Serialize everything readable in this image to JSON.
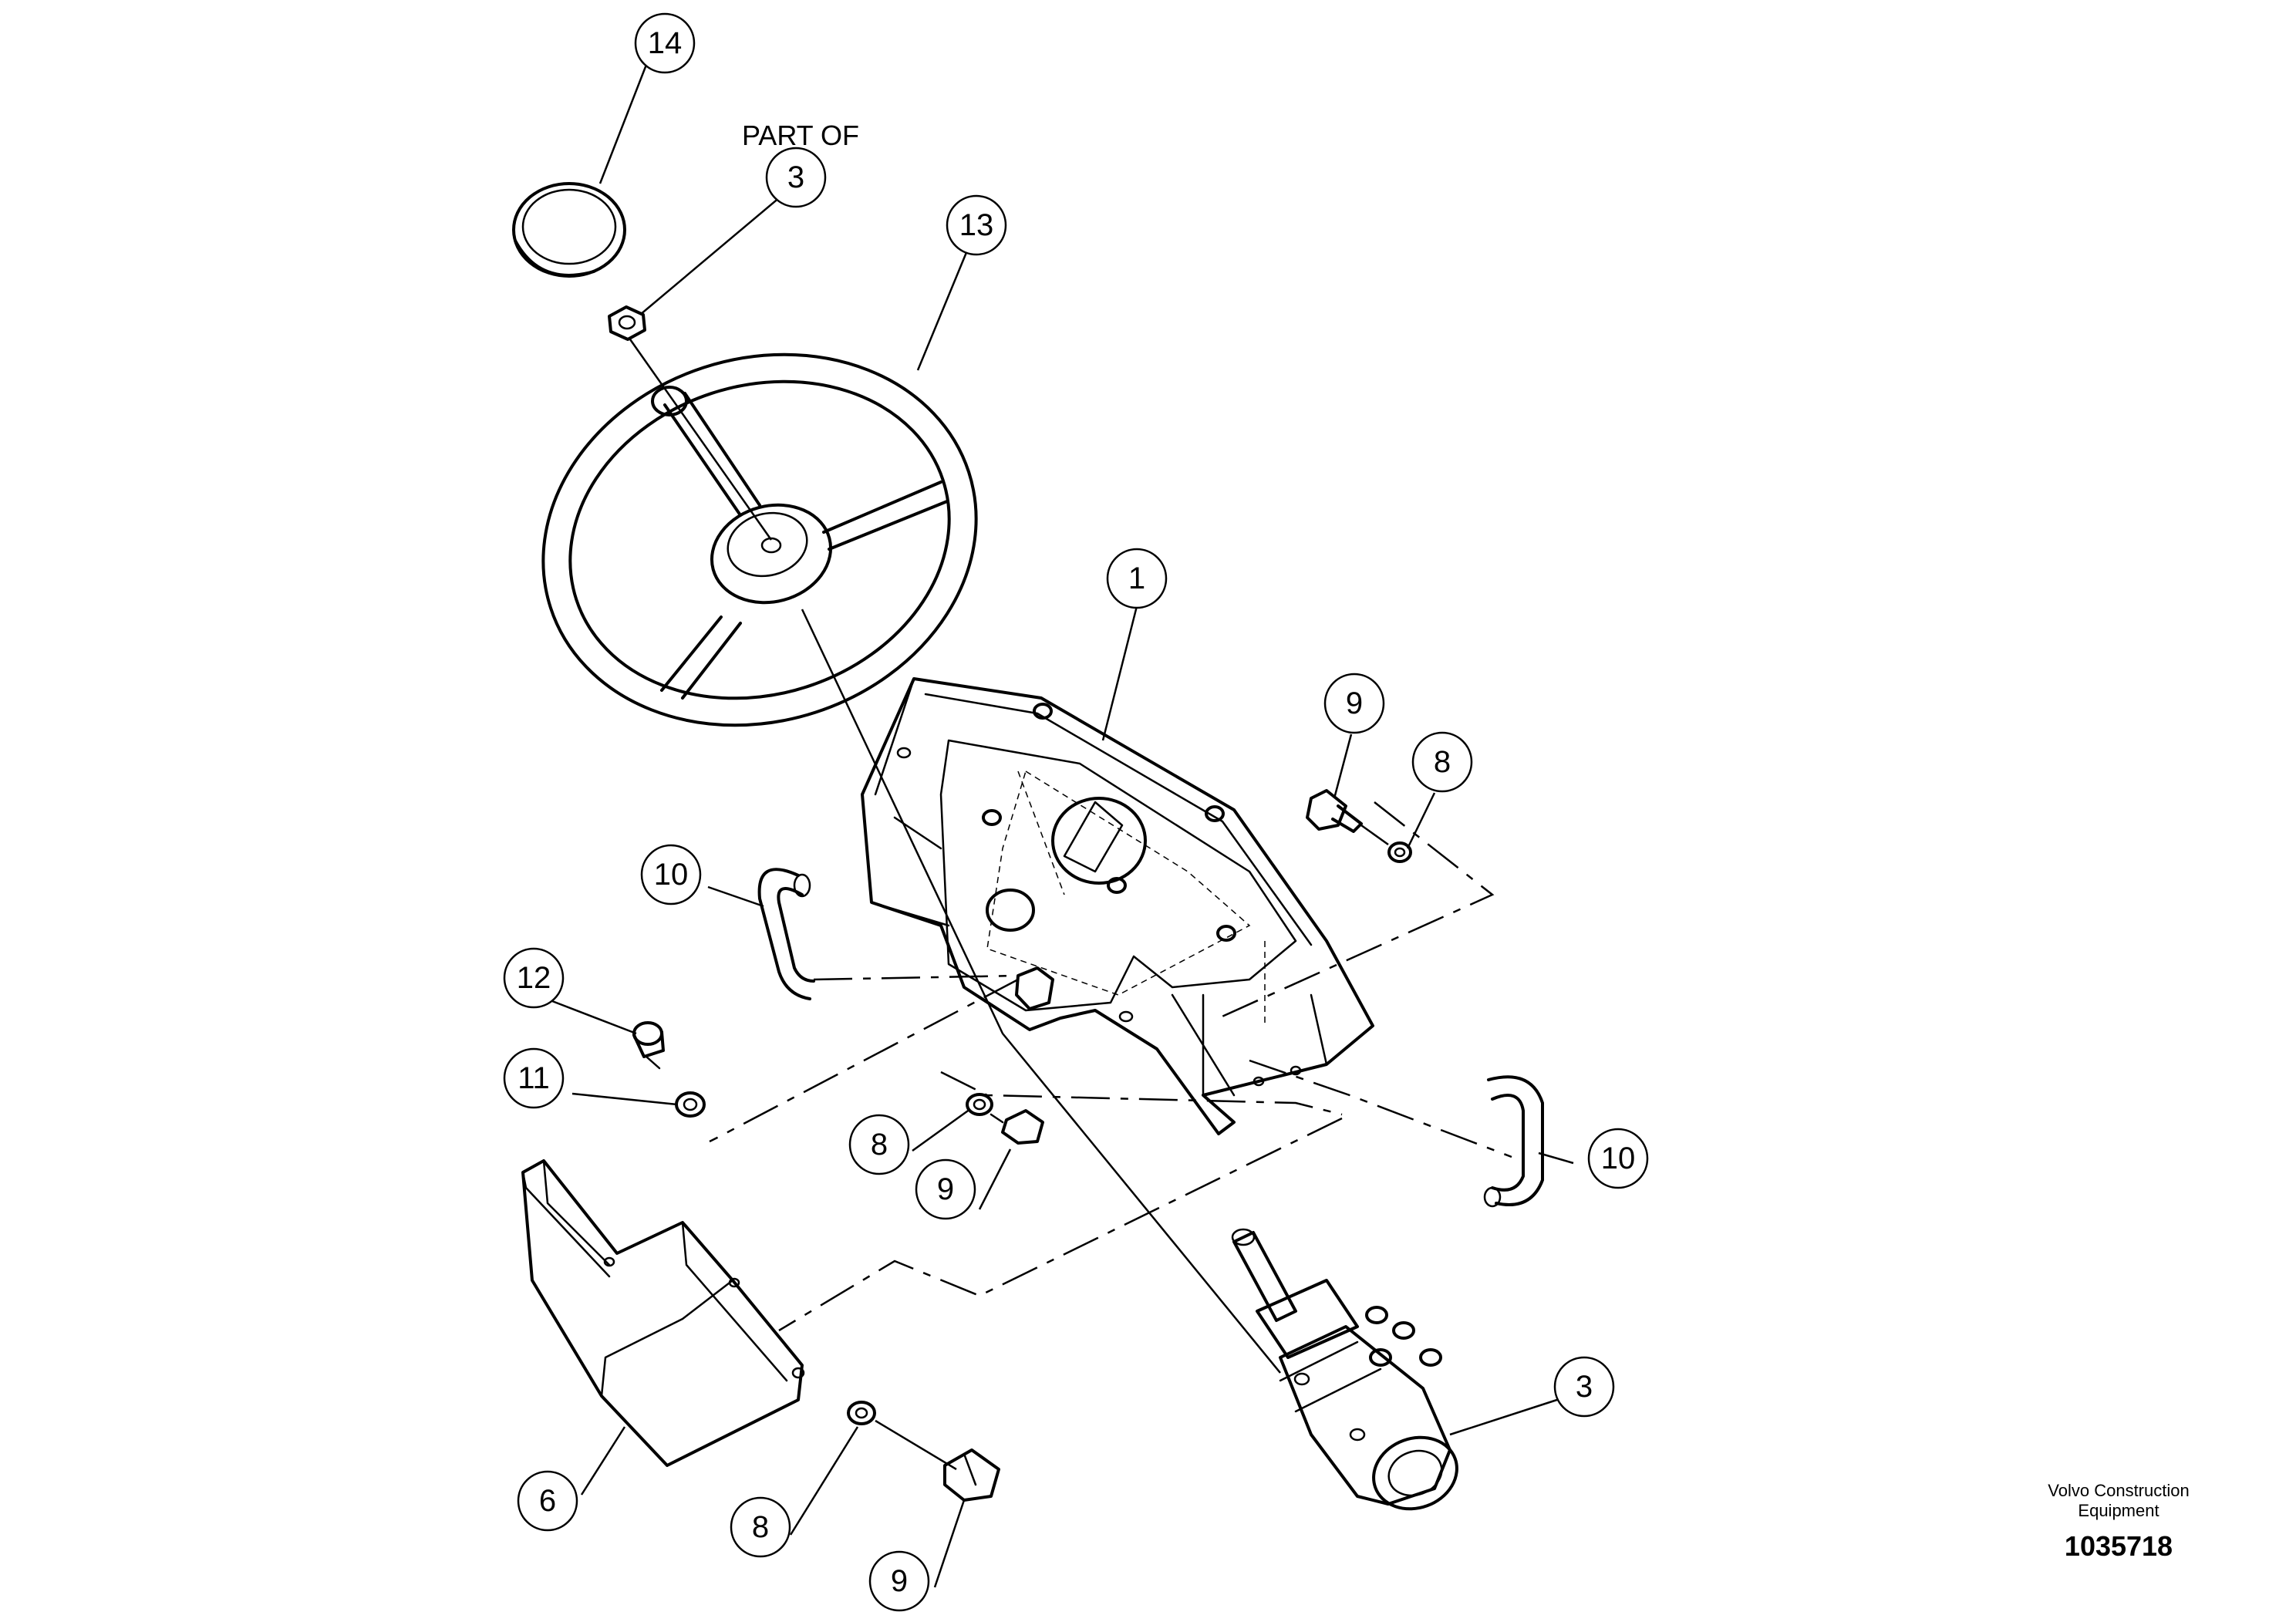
{
  "diagram": {
    "note_line": "PART OF",
    "note_ref": "3",
    "callouts": [
      "14",
      "3",
      "13",
      "1",
      "9",
      "8",
      "10",
      "12",
      "11",
      "8",
      "9",
      "10",
      "6",
      "8",
      "9",
      "3"
    ]
  },
  "footer": {
    "brand_line1": "Volvo Construction",
    "brand_line2": "Equipment",
    "doc_number": "1035718"
  }
}
